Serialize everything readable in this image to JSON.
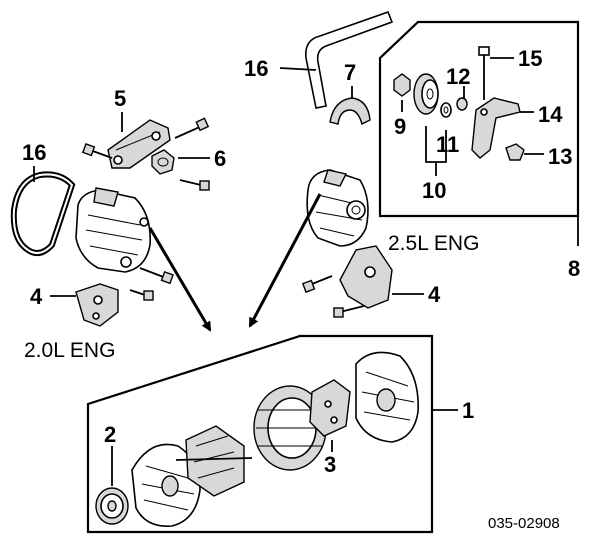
{
  "diagram": {
    "callouts": {
      "c1": "1",
      "c2": "2",
      "c3": "3",
      "c4a": "4",
      "c4b": "4",
      "c5": "5",
      "c6": "6",
      "c7": "7",
      "c8": "8",
      "c9": "9",
      "c10": "10",
      "c11": "11",
      "c12": "12",
      "c13": "13",
      "c14": "14",
      "c15": "15",
      "c16a": "16",
      "c16b": "16"
    },
    "labels": {
      "engine_20": "2.0L ENG",
      "engine_25": "2.5L ENG"
    },
    "figure_code": "035-02908"
  }
}
